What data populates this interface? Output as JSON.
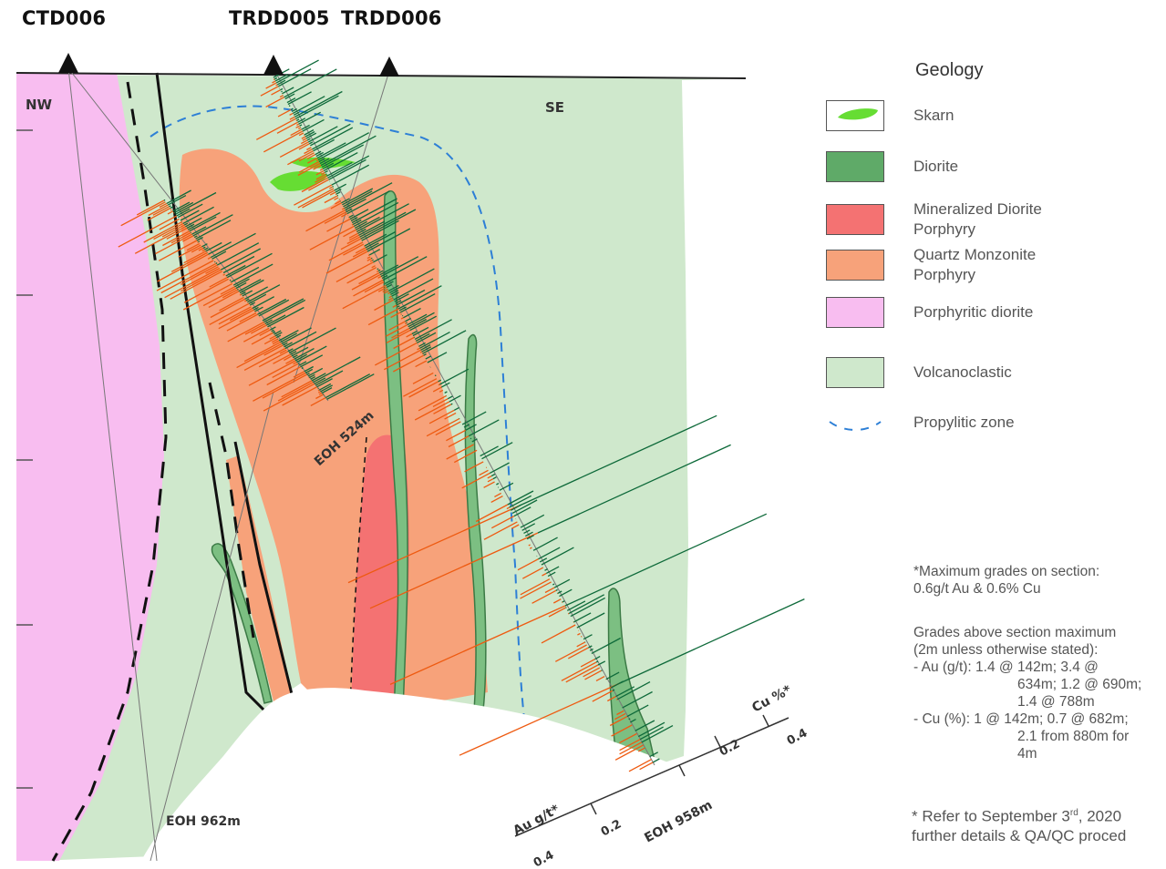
{
  "holes": [
    {
      "id": "CTD006"
    },
    {
      "id": "TRDD005"
    },
    {
      "id": "TRDD006"
    }
  ],
  "section": {
    "direction_left": "NW",
    "direction_right": "SE",
    "eoh_labels": [
      "EOH 524m",
      "EOH 962m",
      "EOH 958m"
    ],
    "scale": {
      "cu_label": "Cu %*",
      "cu_ticks": [
        "0.2",
        "0.4"
      ],
      "au_label": "Au g/t*",
      "au_ticks": [
        "0.2",
        "0.4"
      ]
    }
  },
  "legend": {
    "title": "Geology",
    "items": [
      {
        "label": "Skarn",
        "icon": "skarn-blob",
        "color": "#66dd33"
      },
      {
        "label": "Diorite",
        "color": "#5faa68"
      },
      {
        "label": "Mineralized Diorite Porphyry",
        "color": "#f47272"
      },
      {
        "label": "Quartz Monzonite Porphyry",
        "color": "#f7a27a"
      },
      {
        "label": "Porphyritic diorite",
        "color": "#f8bdf0"
      },
      {
        "label": "Volcanoclastic",
        "color": "#cfe8cc"
      },
      {
        "label": "Propylitic zone",
        "icon": "dashed-arc",
        "color": "#2d7fd6"
      }
    ]
  },
  "notes": {
    "max_grades_line1": "*Maximum grades on section:",
    "max_grades_line2": "0.6g/t Au & 0.6% Cu",
    "above_line1": "Grades above section maximum",
    "above_line2": "(2m unless otherwise stated):",
    "au_line1": "- Au (g/t): 1.4 @ 142m; 3.4 @",
    "au_line2": "634m; 1.2 @ 690m;",
    "au_line3": "1.4 @ 788m",
    "cu_line1": "- Cu (%): 1 @ 142m; 0.7 @ 682m;",
    "cu_line2": "2.1 from 880m for",
    "cu_line3": "4m",
    "ref_line1": "* Refer to September 3rd, 2020",
    "ref_line2": "further details & QA/QC proced"
  },
  "colors": {
    "au_histogram": "#ee5a10",
    "cu_histogram": "#0e6a3a"
  }
}
